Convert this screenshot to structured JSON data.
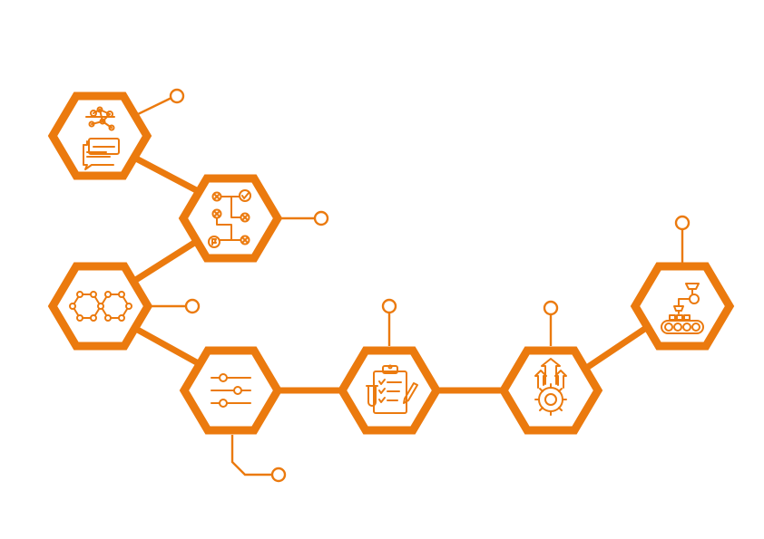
{
  "colors": {
    "accent": "#EB7A0E",
    "background": "#FFFFFF"
  },
  "nodes": [
    {
      "id": "n1",
      "icon": "molecule-chat-icon"
    },
    {
      "id": "n2",
      "icon": "decision-flowchart-icon"
    },
    {
      "id": "n3",
      "icon": "hexagon-ring-chain-icon"
    },
    {
      "id": "n4",
      "icon": "sliders-icon"
    },
    {
      "id": "n5",
      "icon": "clipboard-checklist-icon"
    },
    {
      "id": "n6",
      "icon": "gear-growth-icon"
    },
    {
      "id": "n7",
      "icon": "conveyor-robot-arm-icon"
    }
  ],
  "edges": [
    {
      "from": "n1",
      "to": "n2"
    },
    {
      "from": "n2",
      "to": "n3"
    },
    {
      "from": "n3",
      "to": "n4"
    },
    {
      "from": "n4",
      "to": "n5"
    },
    {
      "from": "n5",
      "to": "n6"
    },
    {
      "from": "n6",
      "to": "n7"
    }
  ]
}
